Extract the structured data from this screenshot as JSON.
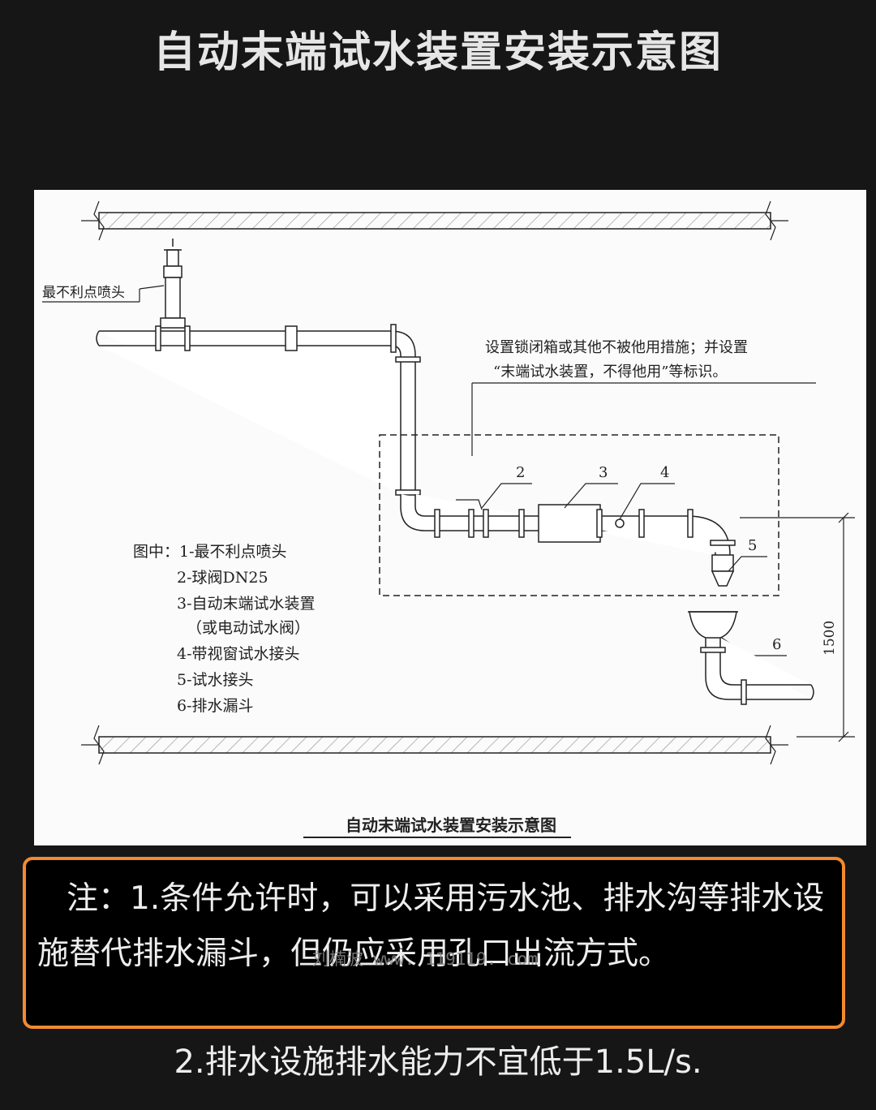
{
  "page": {
    "title": "自动末端试水装置安装示意图",
    "note1": "注：1.条件允许时，可以采用污水池、排水沟等排水设施替代排水漏斗，但仍应采用孔口出流方式。",
    "note2": "2.排水设施排水能力不宜低于1.5L/s.",
    "watermark": "刘楠波 www. 119119. com"
  },
  "diagram": {
    "caption": "自动末端试水装置安装示意图",
    "sprinkler_label": "最不利点喷头",
    "lock_note_line1": "设置锁闭箱或其他不被他用措施；并设置",
    "lock_note_line2": "“末端试水装置，不得他用”等标识。",
    "dimension": "1500",
    "callouts": [
      "2",
      "3",
      "4",
      "5",
      "6"
    ],
    "legend": [
      "图中：1-最不利点喷头",
      "2-球阀DN25",
      "3-自动末端试水装置",
      "（或电动试水阀）",
      "4-带视窗试水接头",
      "5-试水接头",
      "6-排水漏斗"
    ]
  },
  "colors": {
    "background": "#161616",
    "title_text": "#e6e6e6",
    "note_border": "#f28a2e",
    "diagram_bg": "#fbfbfb",
    "line": "#222222"
  }
}
